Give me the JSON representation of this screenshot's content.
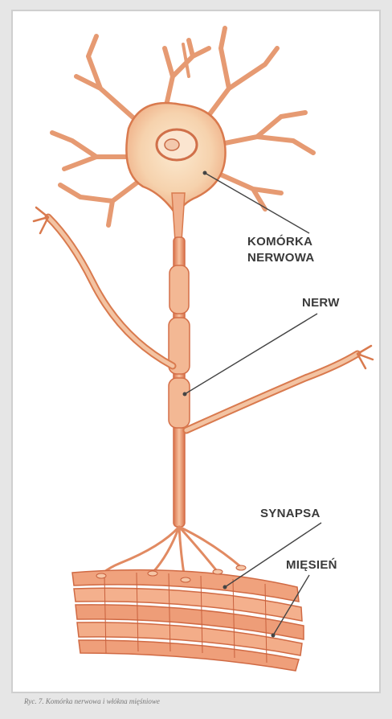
{
  "labels": {
    "neuron_line1": "KOMÓRKA",
    "neuron_line2": "NERWOWA",
    "nerve": "NERW",
    "synapse": "SYNAPSA",
    "muscle": "MIĘSIEŃ"
  },
  "caption": "Ryc. 7. Komórka nerwowa i włókna mięśniowe",
  "colors": {
    "cell_body": "#f6d7b4",
    "membrane": "#d97a4e",
    "axon": "#eea07c",
    "muscle": "#f2a380",
    "leader": "#444444"
  }
}
